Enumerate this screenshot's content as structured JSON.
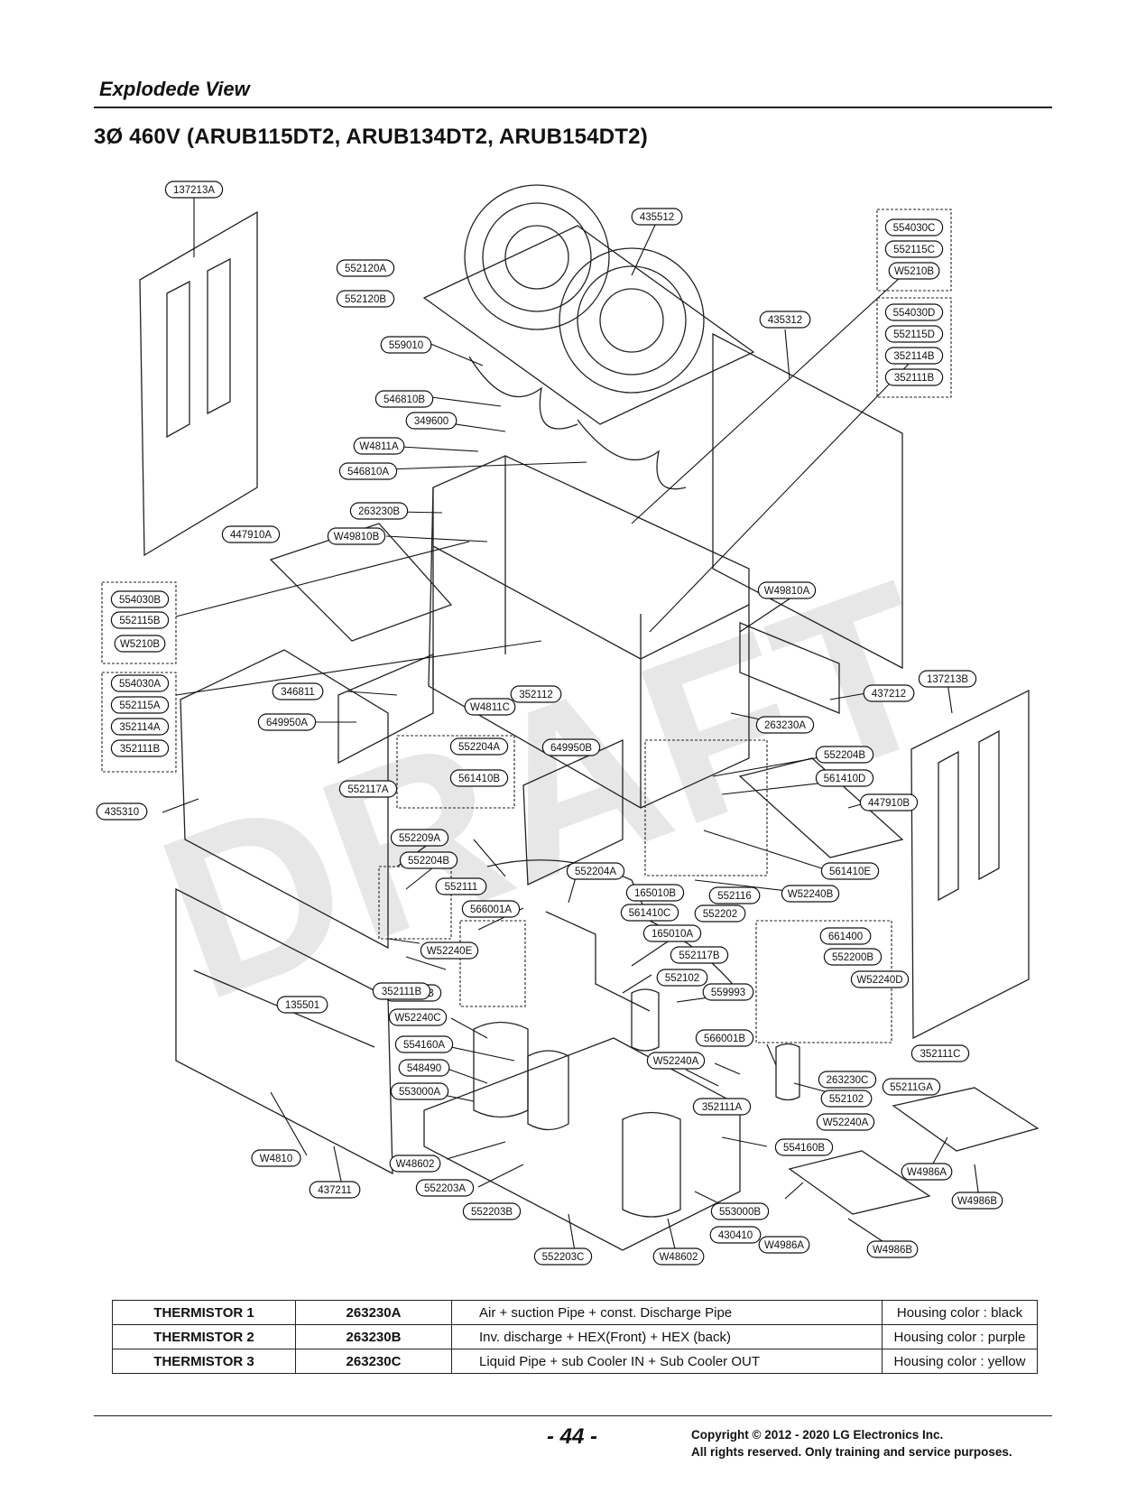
{
  "header": {
    "section_title": "Explodede View",
    "model_title": "3Ø 460V (ARUB115DT2, ARUB134DT2, ARUB154DT2)"
  },
  "diagram": {
    "watermark_text": "DRAFT",
    "part_labels": [
      "137213A",
      "435512",
      "554030C",
      "552115C",
      "W5210B",
      "552120A",
      "552120B",
      "435312",
      "554030D",
      "552115D",
      "352114B",
      "352111B",
      "559010",
      "546810B",
      "349600",
      "W4811A",
      "546810A",
      "263230B",
      "W49810B",
      "447910A",
      "W49810A",
      "554030B",
      "552115B",
      "W5210B",
      "554030A",
      "552115A",
      "352114A",
      "352111B",
      "346811",
      "352112",
      "437212",
      "137213B",
      "649950A",
      "W4811C",
      "263230A",
      "552204A",
      "649950B",
      "552204B",
      "561410D",
      "552117A",
      "561410B",
      "447910B",
      "435310",
      "552209A",
      "552204B",
      "561410E",
      "552204A",
      "552111",
      "165010B",
      "552116",
      "W52240B",
      "566001A",
      "561410C",
      "165010A",
      "552202",
      "661400",
      "W52240E",
      "552117B",
      "552200B",
      "552102",
      "W52240D",
      "55211GB",
      "352111B",
      "559993",
      "135501",
      "W52240C",
      "554160A",
      "566001B",
      "352111C",
      "548490",
      "W52240A",
      "263230C",
      "55211GA",
      "553000A",
      "352111A",
      "552102",
      "W52240A",
      "554160B",
      "W4810",
      "W48602",
      "552203A",
      "W4986A",
      "W4986B",
      "437211",
      "552203B",
      "553000B",
      "430410",
      "W4986A",
      "W4986B",
      "552203C",
      "W48602"
    ]
  },
  "thermistor_table": {
    "rows": [
      {
        "name": "THERMISTOR 1",
        "part": "263230A",
        "location": "Air + suction Pipe + const. Discharge Pipe",
        "housing": "Housing color : black"
      },
      {
        "name": "THERMISTOR 2",
        "part": "263230B",
        "location": "Inv. discharge + HEX(Front) + HEX (back)",
        "housing": "Housing color : purple"
      },
      {
        "name": "THERMISTOR 3",
        "part": "263230C",
        "location": "Liquid Pipe  + sub Cooler IN + Sub Cooler OUT",
        "housing": "Housing color : yellow"
      }
    ]
  },
  "footer": {
    "page_number": "- 44 -",
    "copyright_line1": "Copyright © 2012 - 2020 LG Electronics Inc.",
    "copyright_line2": "All rights reserved. Only training and service purposes."
  }
}
